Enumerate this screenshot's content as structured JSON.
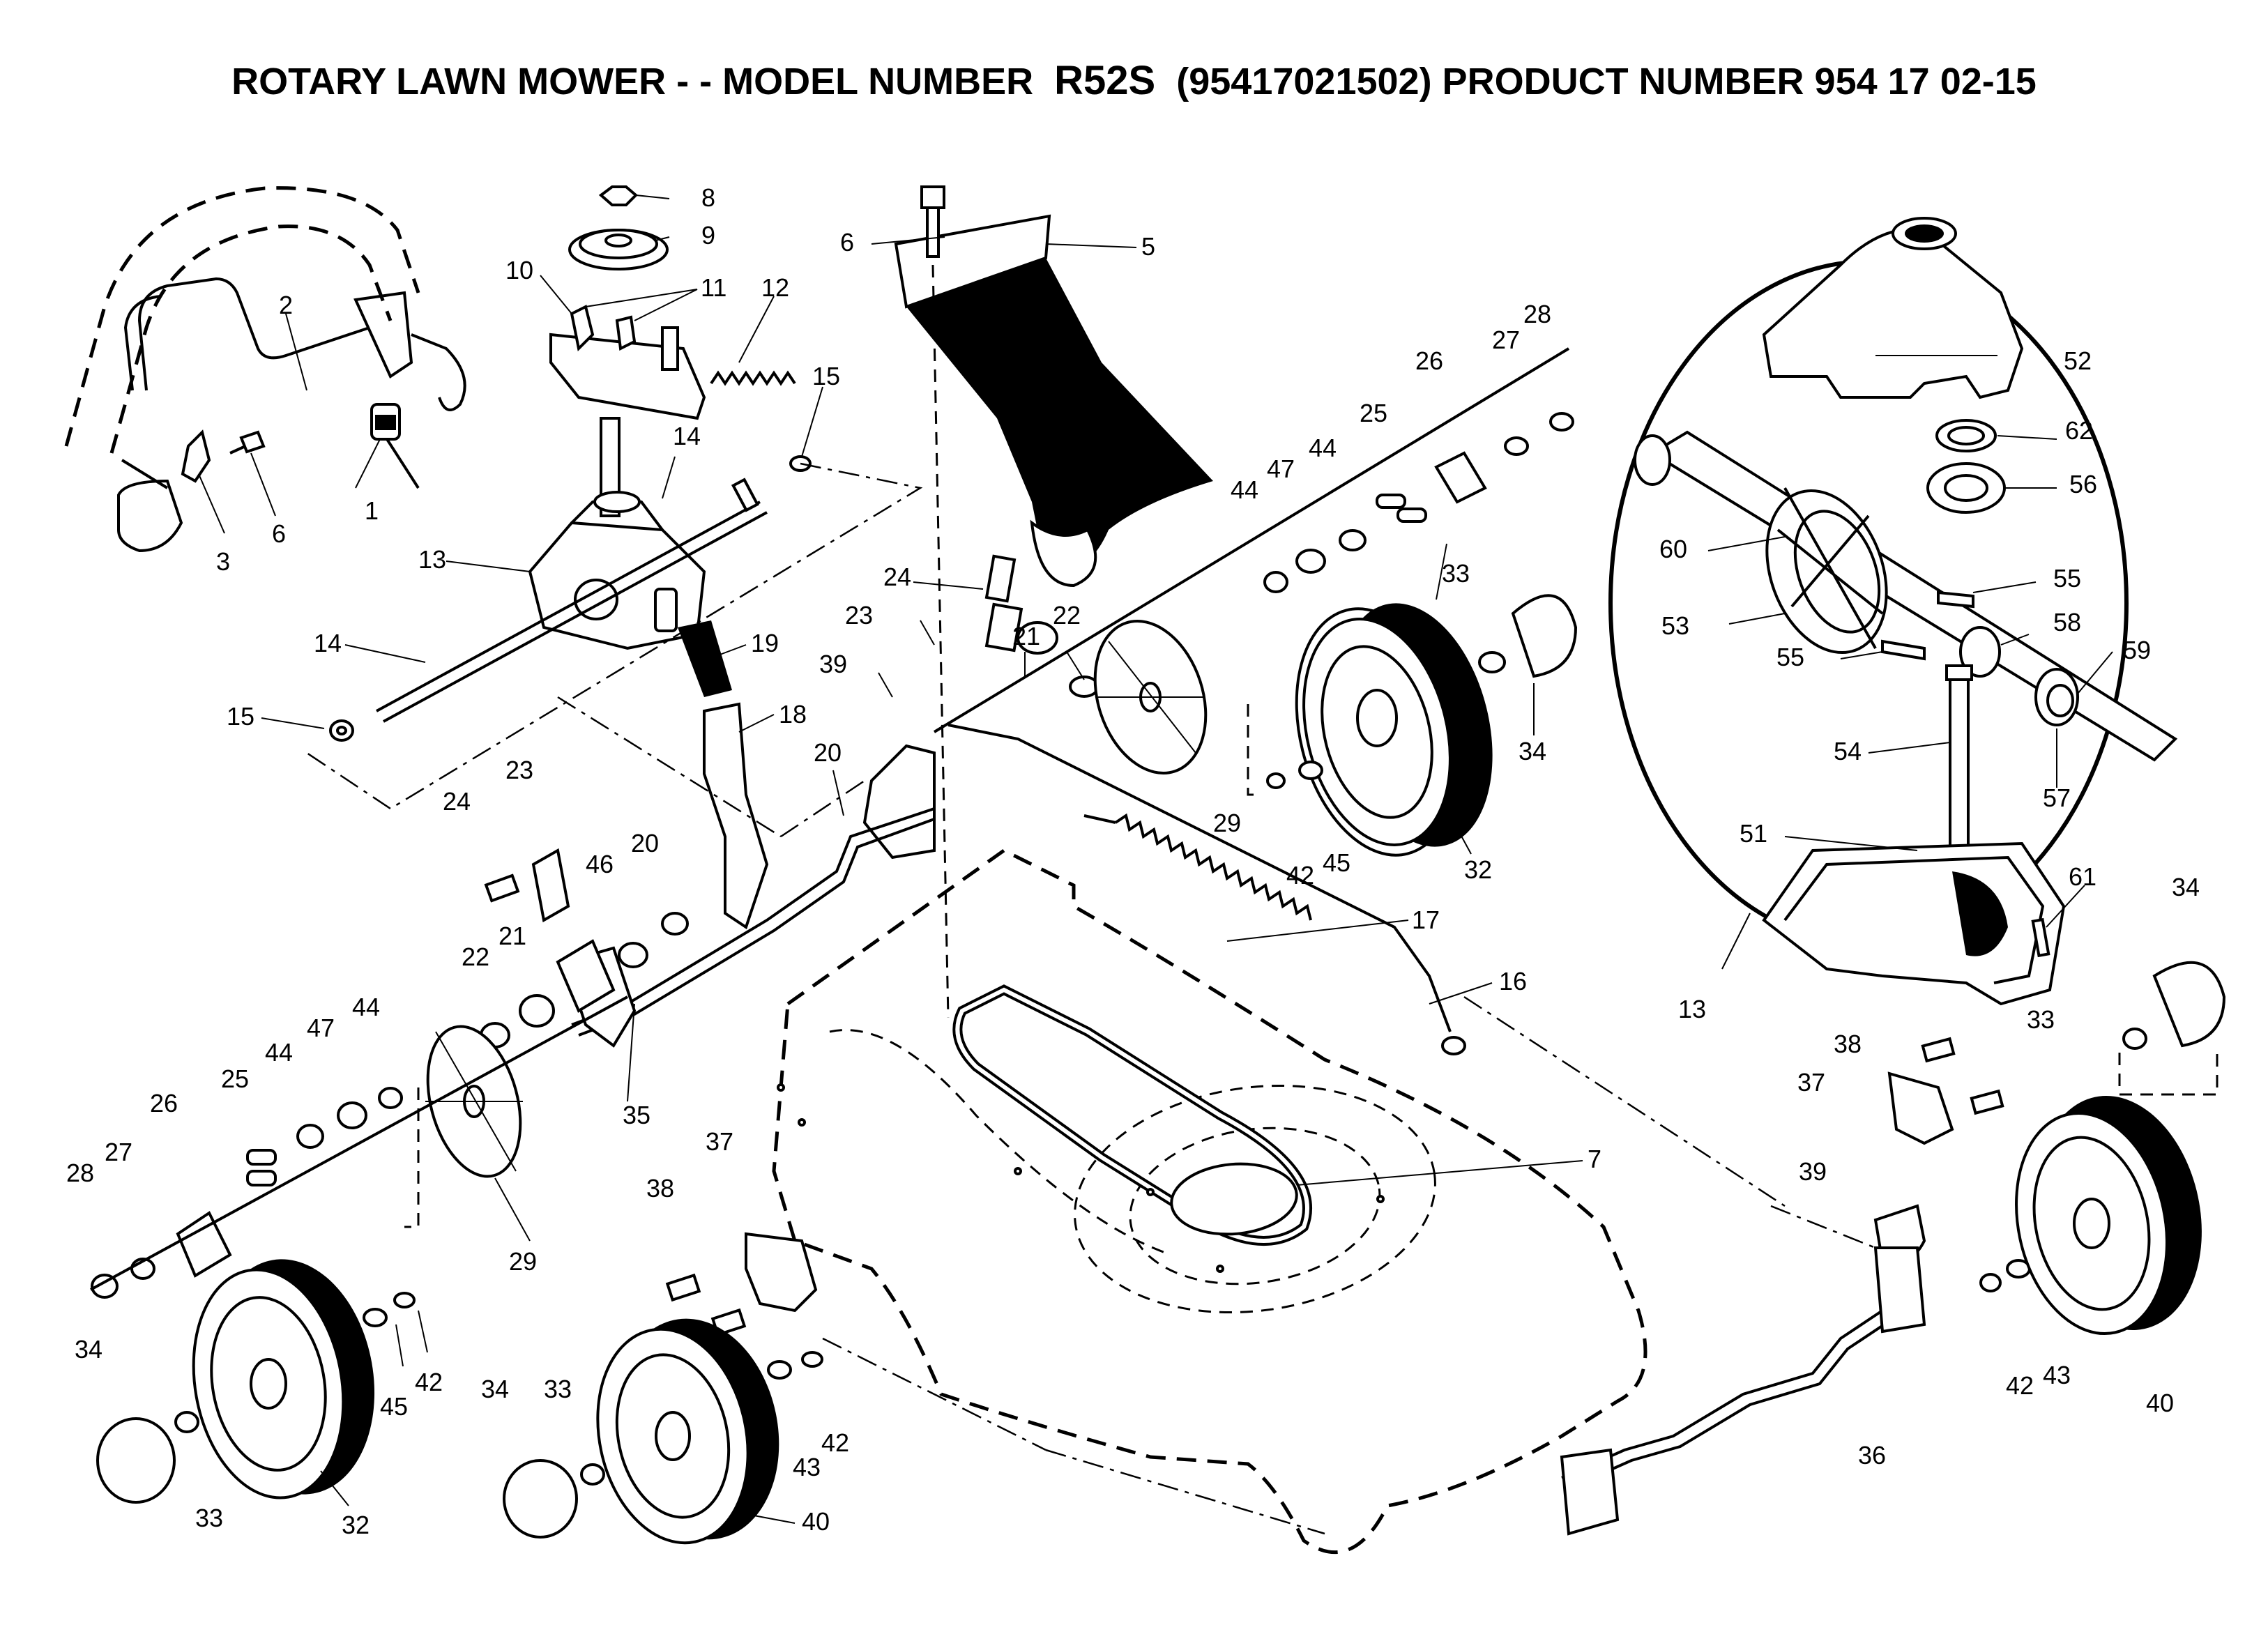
{
  "title": {
    "prefix": "ROTARY LAWN MOWER - - MODEL NUMBER",
    "model": "R52S",
    "suffix": "(95417021502) PRODUCT NUMBER 954 17 02-15"
  },
  "part_labels": {
    "p1": "1",
    "p2": "2",
    "p3": "3",
    "p5": "5",
    "p6a": "6",
    "p6b": "6",
    "p7": "7",
    "p8": "8",
    "p9": "9",
    "p10": "10",
    "p11": "11",
    "p12": "12",
    "p13a": "13",
    "p13b": "13",
    "p14a": "14",
    "p14b": "14",
    "p15a": "15",
    "p15b": "15",
    "p16": "16",
    "p17": "17",
    "p18": "18",
    "p19": "19",
    "p20a": "20",
    "p20b": "20",
    "p21a": "21",
    "p21b": "21",
    "p22a": "22",
    "p22b": "22",
    "p23a": "23",
    "p23b": "23",
    "p24a": "24",
    "p24b": "24",
    "p25a": "25",
    "p25b": "25",
    "p26a": "26",
    "p26b": "26",
    "p27a": "27",
    "p27b": "27",
    "p28a": "28",
    "p28b": "28",
    "p29a": "29",
    "p29b": "29",
    "p32a": "32",
    "p32b": "32",
    "p33a": "33",
    "p33b": "33",
    "p33c": "33",
    "p33d": "33",
    "p34a": "34",
    "p34b": "34",
    "p34c": "34",
    "p34d": "34",
    "p35": "35",
    "p36": "36",
    "p37a": "37",
    "p37b": "37",
    "p38a": "38",
    "p38b": "38",
    "p39a": "39",
    "p39b": "39",
    "p40a": "40",
    "p40b": "40",
    "p42a": "42",
    "p42b": "42",
    "p42c": "42",
    "p42d": "42",
    "p43a": "43",
    "p43b": "43",
    "p44a": "44",
    "p44b": "44",
    "p44c": "44",
    "p44d": "44",
    "p45a": "45",
    "p45b": "45",
    "p46": "46",
    "p47a": "47",
    "p47b": "47",
    "p51": "51",
    "p52": "52",
    "p53": "53",
    "p54": "54",
    "p55a": "55",
    "p55b": "55",
    "p56": "56",
    "p57": "57",
    "p58": "58",
    "p59": "59",
    "p60": "60",
    "p61": "61",
    "p62": "62"
  }
}
